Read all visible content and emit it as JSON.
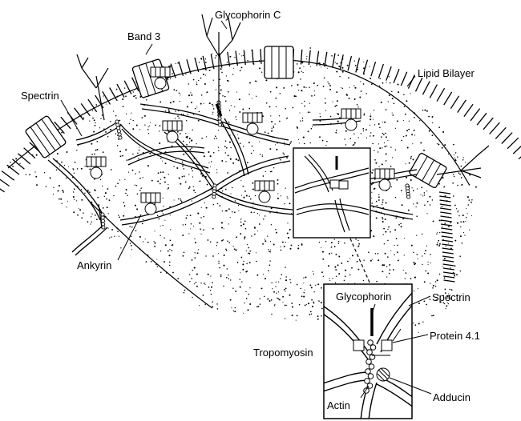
{
  "labels": {
    "glycophorin_c": "Glycophorin C",
    "band3": "Band 3",
    "spectrin": "Spectrin",
    "lipid_bilayer": "Lipid Bilayer",
    "ankyrin": "Ankyrin"
  },
  "inset": {
    "glycophorin": "Glycophorin",
    "spectrin": "Spectrin",
    "protein41": "Protein 4.1",
    "tropomyosin": "Tropomyosin",
    "actin": "Actin",
    "adducin": "Adducin"
  },
  "colors": {
    "ink": "#000000",
    "paper": "#ffffff"
  }
}
